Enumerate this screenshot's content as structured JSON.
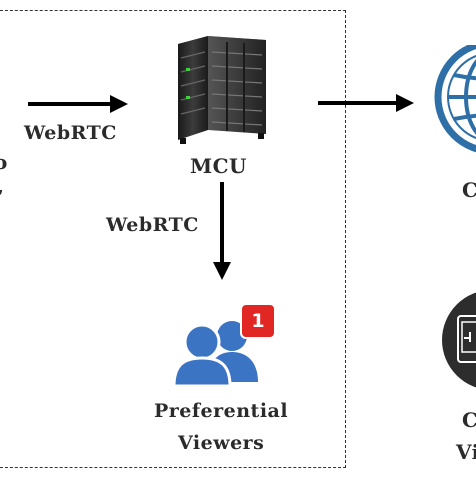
{
  "diagram": {
    "left_partial_glyph_top": "o",
    "left_partial_glyph_bottom": ",",
    "arrow_label_top": "WebRTC",
    "server_label": "MCU",
    "arrow_label_down": "WebRTC",
    "notification_count": "1",
    "viewers_line1": "Preferential",
    "viewers_line2": "Viewers",
    "right_label_top_partial": "C",
    "right_label_bottom_line1": "C",
    "right_label_bottom_line2": "Vi"
  },
  "colors": {
    "arrow": "#000000",
    "frame": "#333333",
    "user_icon": "#3c74c4",
    "badge": "#e02724",
    "globe_ring": "#2f6fa8",
    "server_body": "#2a2a2a",
    "phone_circle": "#2d2d2d"
  },
  "icons": {
    "server": "server-rack-icon",
    "users": "users-group-icon",
    "globe": "globe-icon",
    "device": "phone-device-icon"
  }
}
